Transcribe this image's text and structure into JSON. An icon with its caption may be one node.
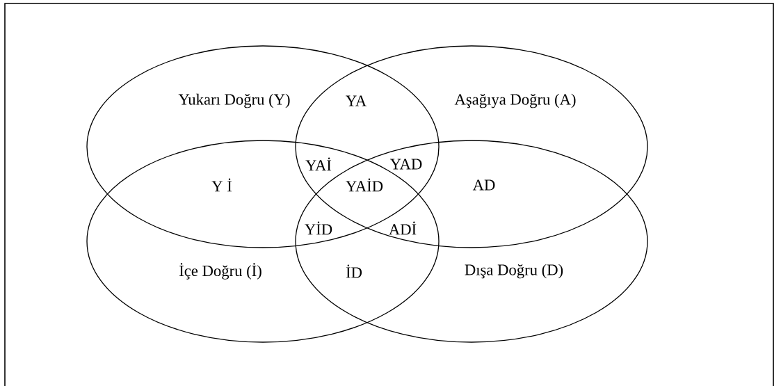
{
  "diagram": {
    "nodes": [
      {
        "text": [
          "Yukarı Doğru (Y)"
        ]
      },
      {
        "text": [
          "Aşağıya Doğru (A)"
        ]
      },
      {
        "text": [
          "İçe Doğru (İ)"
        ]
      },
      {
        "text": [
          "Dışa Doğru (D)"
        ]
      }
    ],
    "labels": [
      "YA",
      "YAİ",
      "YAD",
      "Y İ",
      "YAİD",
      "AD",
      "YİD",
      "ADİ",
      "İD"
    ]
  }
}
